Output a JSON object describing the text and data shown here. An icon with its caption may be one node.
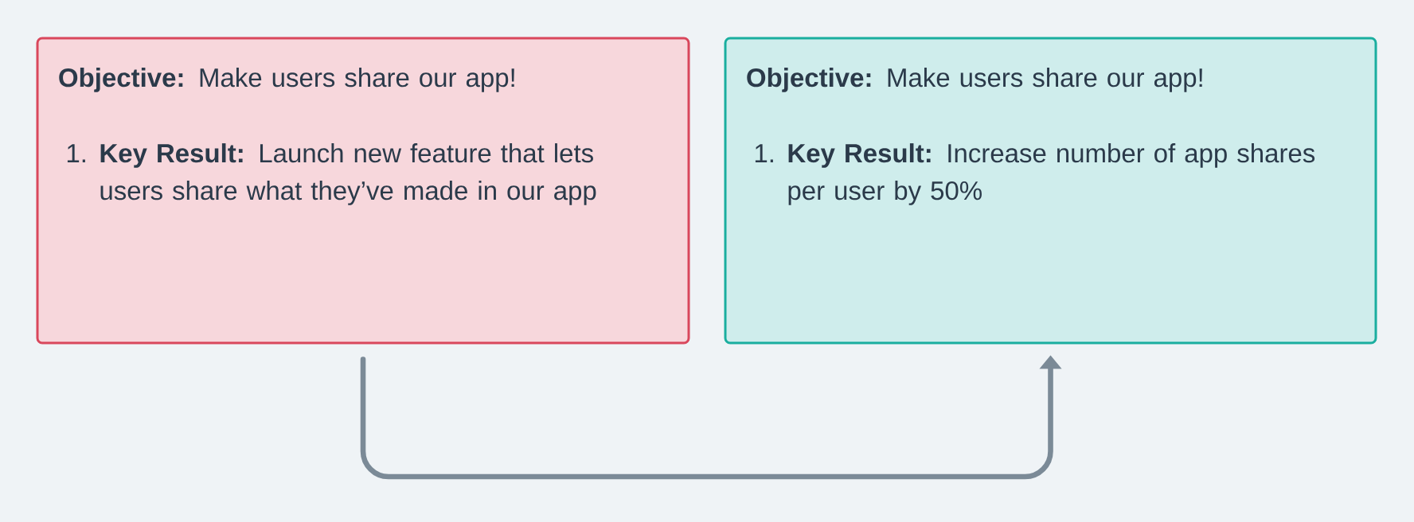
{
  "diagram": {
    "nodes": [
      {
        "text": [
          "**Objective:** Make users share our app!",
          "1.",
          "**Key Result:** Launch new feature that lets users share what they’ve made in our app"
        ]
      },
      {
        "text": [
          "**Objective:** Make users share our app!",
          "1.",
          "**Key Result:** Increase number of app shares per user by 50%"
        ]
      }
    ],
    "edges": [
      {
        "from": 0,
        "to": 1,
        "arrow": "to"
      }
    ]
  }
}
